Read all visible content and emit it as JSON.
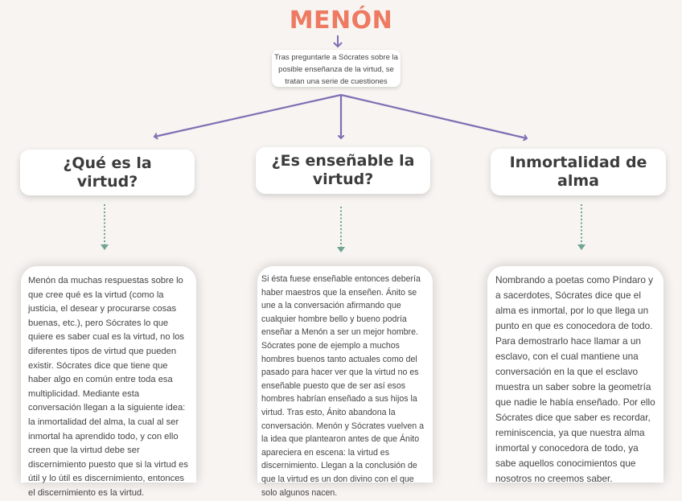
{
  "diagram": {
    "title": "MENÓN",
    "intro": "Tras preguntarle a Sócrates sobre la posible enseñanza de la virtud, se tratan una serie de cuestiones",
    "colors": {
      "background": "#f7f4f1",
      "title": "#ee7a62",
      "connector": "#7d70b4",
      "dotted_connector": "#6fa591",
      "box": "#ffffff",
      "text": "#444444"
    },
    "branches": [
      {
        "heading": "¿Qué es la virtud?",
        "body": "Menón da muchas respuestas sobre lo que cree qué es la virtud (como la justicia, el desear y procurarse cosas buenas, etc.), pero Sócrates lo que quiere es saber cual es la virtud, no los diferentes tipos de virtud que pueden existir. Sócrates dice que tiene que haber algo en común entre toda esa multiplicidad. Mediante esta conversación llegan a la siguiente idea: la inmortalidad del alma, la cual al ser inmortal ha aprendido todo, y con ello creen que la virtud debe ser discernimiento puesto que si la virtud es útil y lo útil es discernimiento, entonces el discernimiento es la virtud."
      },
      {
        "heading": "¿Es enseñable la virtud?",
        "body": "Si ésta fuese enseñable entonces debería haber maestros que la enseñen. Ánito se une a la conversación afirmando que cualquier hombre bello y bueno podría enseñar a Menón a ser un mejor hombre. Sócrates pone de ejemplo a muchos hombres buenos tanto actuales como del pasado para hacer ver que la virtud no es enseñable puesto que de ser así esos hombres habrían enseñado a sus hijos la virtud. Tras esto, Ánito abandona la conversación. Menón y Sócrates vuelven a la idea que plantearon antes de que Ánito apareciera en escena: la virtud es discernimiento. Llegan a la conclusión de que la virtud es un don divino con el que solo algunos nacen."
      },
      {
        "heading": "Inmortalidad de alma",
        "body": "Nombrando a poetas como Píndaro y a sacerdotes, Sócrates dice que el alma es inmortal, por lo que llega un punto en que es conocedora de todo. Para demostrarlo hace llamar a un esclavo, con el cual mantiene una conversación en la que el esclavo muestra un saber sobre la geometría que nadie le había enseñado. Por ello Sócrates dice que saber es recordar, reminiscencia, ya que nuestra alma inmortal y conocedora de todo, ya sabe aquellos conocimientos que nosotros no creemos saber."
      }
    ]
  }
}
